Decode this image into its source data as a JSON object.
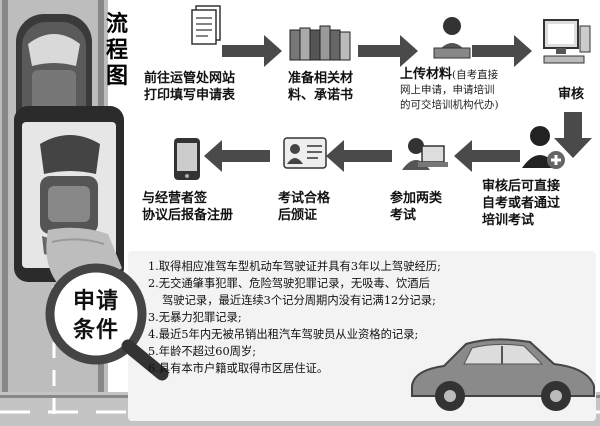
{
  "title": [
    "流",
    "程",
    "图"
  ],
  "badge": [
    "申请",
    "条件"
  ],
  "steps": [
    {
      "lines": [
        "前往运管处网站",
        "打印填写申请表"
      ]
    },
    {
      "lines": [
        "准备相关材",
        "料、承诺书"
      ]
    },
    {
      "lines": [
        "上传材料"
      ],
      "note": [
        "(自考直接",
        "网上申请，申请培训",
        "的可交培训机构代办)"
      ]
    },
    {
      "lines": [
        "审核"
      ]
    },
    {
      "lines": [
        "审核后可直接",
        "自考或者通过",
        "培训考试"
      ]
    },
    {
      "lines": [
        "参加两类",
        "考试"
      ]
    },
    {
      "lines": [
        "考试合格",
        "后颁证"
      ]
    },
    {
      "lines": [
        "与经营者签",
        "协议后报备注册"
      ]
    }
  ],
  "conditions": [
    "1.取得相应准驾车型机动车驾驶证并具有3年以上驾驶经历;",
    "2.无交通肇事犯罪、危险驾驶犯罪记录，无吸毒、饮酒后",
    "驾驶记录，最近连续3个记分周期内没有记满12分记录;",
    "3.无暴力犯罪记录;",
    "4.最近5年内无被吊销出租汽车驾驶员从业资格的记录;",
    "5.年龄不超过60周岁;",
    "6.具有本市户籍或取得市区居住证。"
  ],
  "icons": {
    "step1": "document-icon",
    "step2": "binders-icon",
    "step3": "laptop-user-icon",
    "step4": "computer-icon",
    "step5": "user-add-icon",
    "step6": "laptop-user-icon",
    "step7": "id-card-icon",
    "step8": "phone-icon"
  },
  "colors": {
    "arrow": "#4a4a4a",
    "road": "#9a9a9a",
    "phone": "#2b2b2b"
  }
}
